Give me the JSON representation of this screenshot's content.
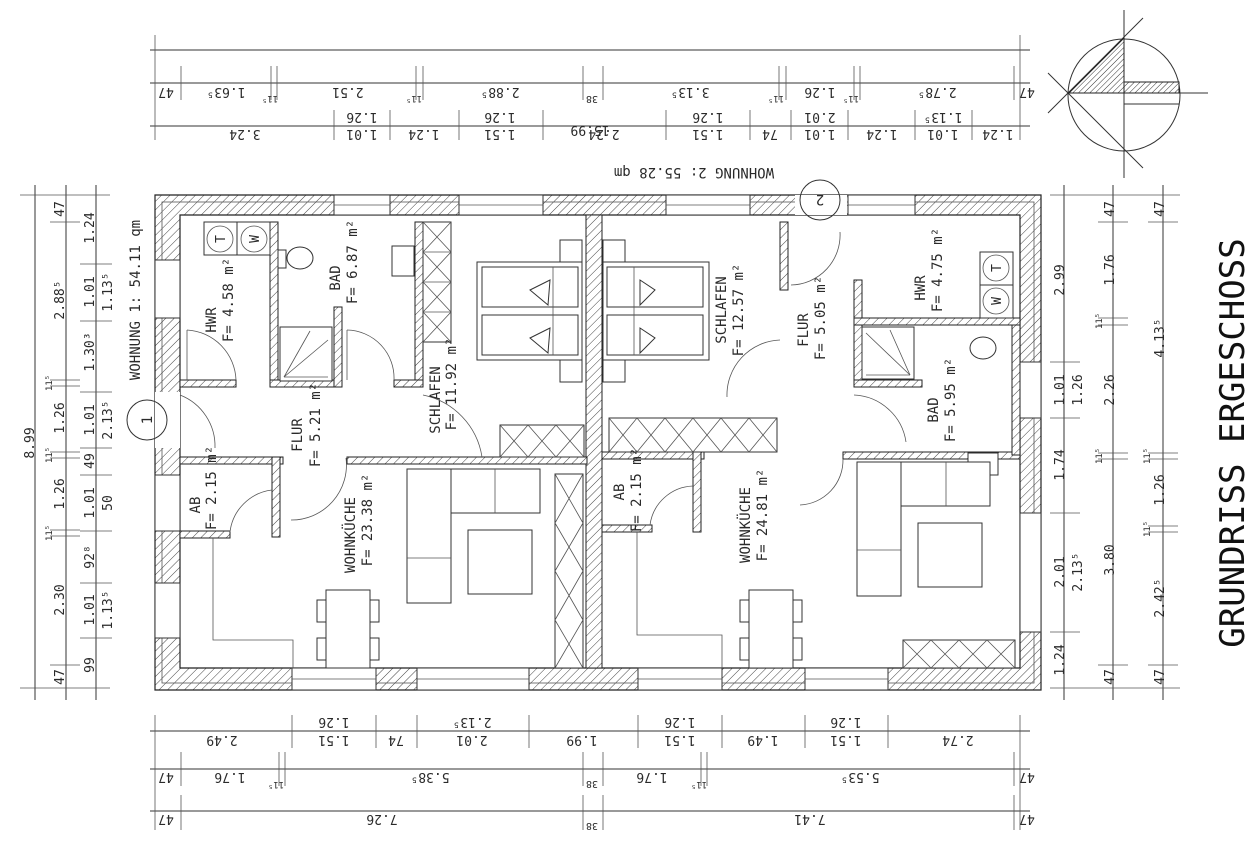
{
  "title": "GRUNDRISS ERGESCHOSS",
  "apartments": [
    {
      "label": "WOHNUNG 1: 54.11 qm",
      "number": "1"
    },
    {
      "label": "WOHNUNG 2: 55.28 qm",
      "number": "2"
    }
  ],
  "rooms": {
    "w1_hwr": {
      "name": "HWR",
      "area": "F= 4.58 m²"
    },
    "w1_bad": {
      "name": "BAD",
      "area": "F= 6.87 m²"
    },
    "w1_schlafen": {
      "name": "SCHLAFEN",
      "area": "F= 11.92 m²"
    },
    "w1_flur": {
      "name": "FLUR",
      "area": "F= 5.21 m²"
    },
    "w1_ab": {
      "name": "AB",
      "area": "F= 2.15 m²"
    },
    "w1_wohnkueche": {
      "name": "WOHNKÜCHE",
      "area": "F= 23.38 m²"
    },
    "w2_schlafen": {
      "name": "SCHLAFEN",
      "area": "F= 12.57 m²"
    },
    "w2_flur": {
      "name": "FLUR",
      "area": "F= 5.05 m²"
    },
    "w2_hwr": {
      "name": "HWR",
      "area": "F= 4.75 m²"
    },
    "w2_bad": {
      "name": "BAD",
      "area": "F= 5.95 m²"
    },
    "w2_ab": {
      "name": "AB",
      "area": "F= 2.15 m²"
    },
    "w2_wohnkueche": {
      "name": "WOHNKÜCHE",
      "area": "F= 24.81 m²"
    }
  },
  "appliances": {
    "dryer": "T",
    "washer": "W"
  },
  "dimensions": {
    "top_overall": "15.99",
    "top_row2": [
      "47",
      "1.63⁵",
      "11⁵",
      "2.51",
      "11⁵",
      "2.88⁵",
      "38",
      "3.13⁵",
      "11⁵",
      "1.26",
      "11⁵",
      "2.78⁵",
      "47"
    ],
    "top_row3": [
      "3.24",
      "1.01",
      "1.26",
      "1.24",
      "1.51",
      "1.26",
      "2.24",
      "1.51",
      "1.26",
      "74",
      "2.01",
      "1.01",
      "1.24",
      "1.01",
      "1.13⁵",
      "1.24"
    ],
    "bottom_row1": [
      "2.49",
      "1.51",
      "1.26",
      "74",
      "2.01",
      "2.13⁵",
      "1.99",
      "1.51",
      "1.26",
      "1.49",
      "1.51",
      "1.26",
      "2.74"
    ],
    "bottom_row2": [
      "47",
      "1.76",
      "11⁵",
      "5.38⁵",
      "38",
      "1.76",
      "11⁵",
      "5.53⁵",
      "47"
    ],
    "bottom_row3": [
      "47",
      "7.26",
      "38",
      "7.41",
      "47"
    ],
    "left_overall": "8.99",
    "left_col2": [
      "47",
      "2.88⁵",
      "11⁵",
      "1.26",
      "11⁵",
      "1.26",
      "11⁵",
      "2.30",
      "47"
    ],
    "left_col3": [
      "1.24",
      "1.01",
      "1.13⁵",
      "1.30³",
      "1.01",
      "2.13⁵",
      "49",
      "1.01",
      "50",
      "92⁸",
      "1.01",
      "1.13⁵",
      "99"
    ],
    "right_col1": [
      "2.99",
      "1.01",
      "1.26",
      "1.74",
      "2.01",
      "2.13⁵",
      "1.24"
    ],
    "right_col2": [
      "47",
      "1.76",
      "11⁵",
      "2.26",
      "11⁵",
      "3.80",
      "47"
    ],
    "right_col3": [
      "47",
      "4.13⁵",
      "11⁵",
      "1.26",
      "11⁵",
      "2.42⁵",
      "47"
    ]
  }
}
